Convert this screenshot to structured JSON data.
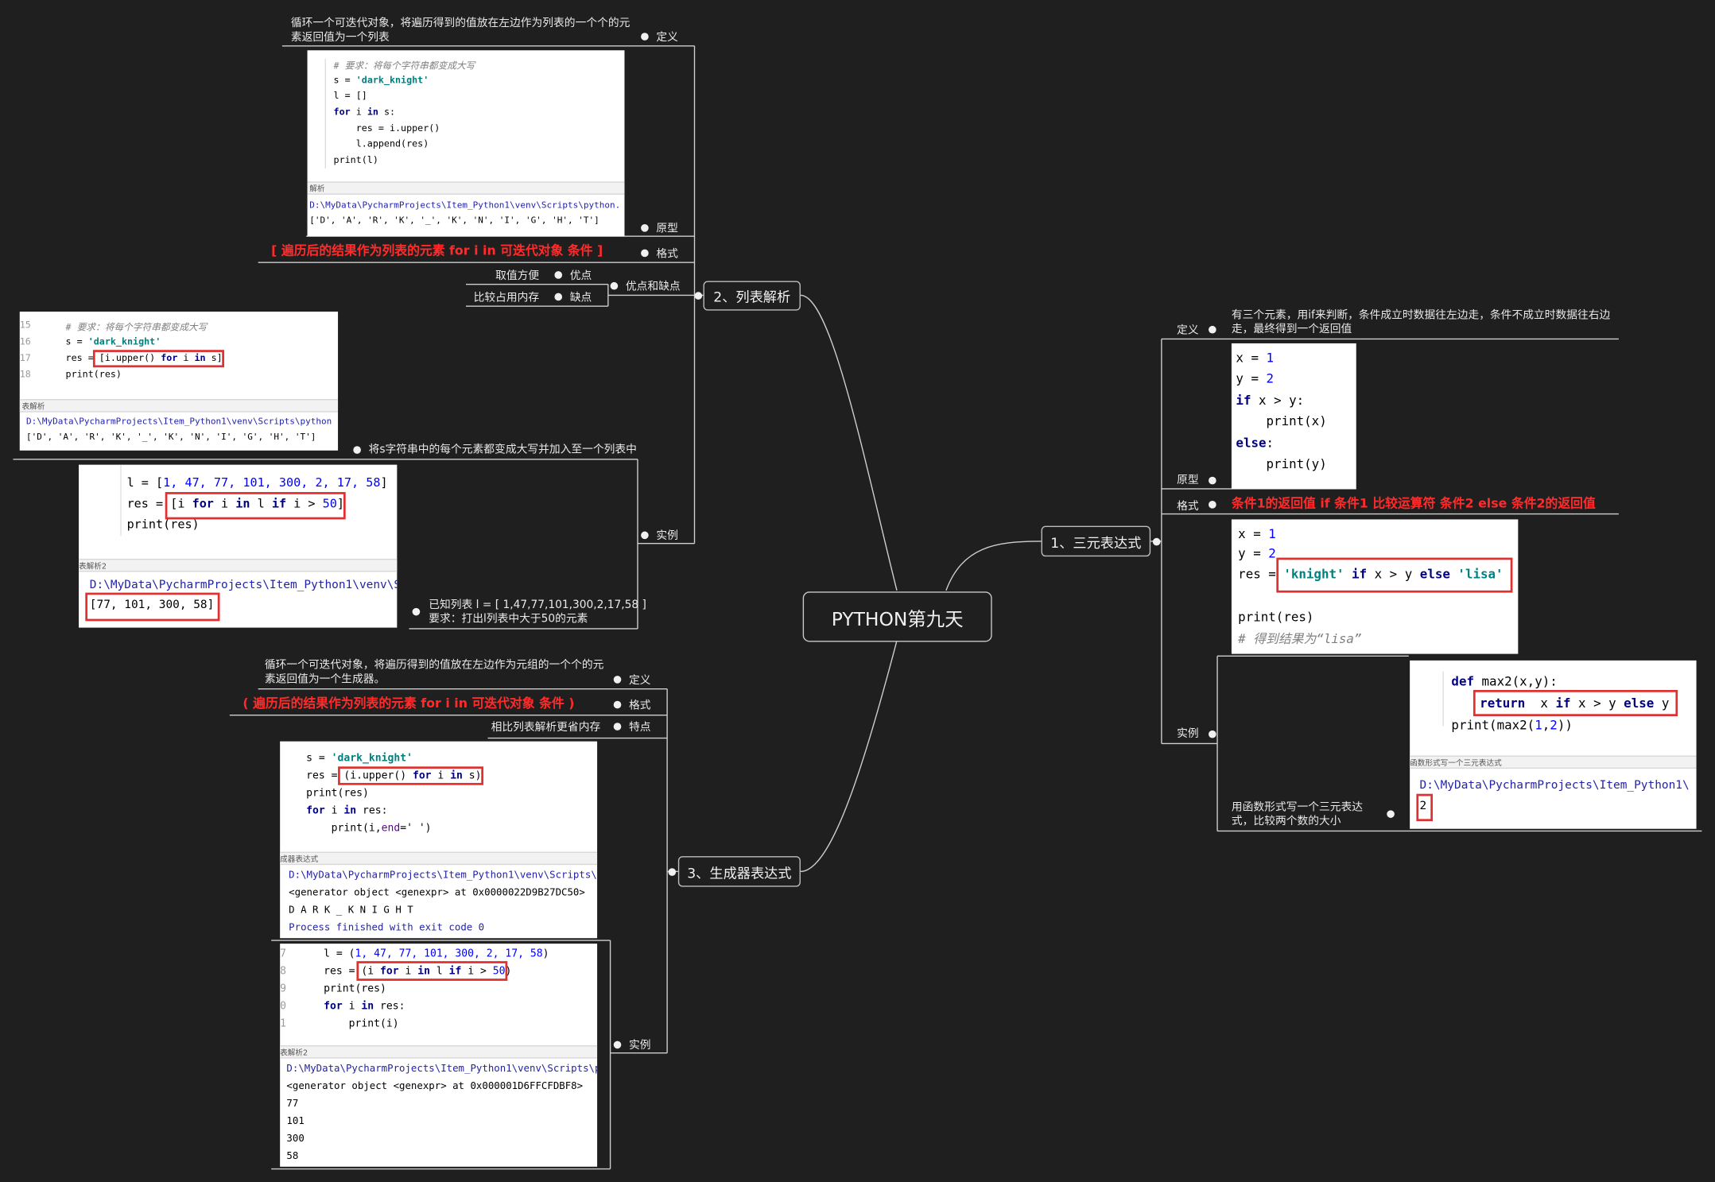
{
  "root": "PYTHON第九天",
  "topics": {
    "t1": "1、三元表达式",
    "t2": "2、列表解析",
    "t3": "3、生成器表达式"
  },
  "ternary": {
    "def_label": "定义",
    "def_text": "有三个元素，用if来判断，条件成立时数据往左边走，条件不成立时数据往右边走，最终得到一个返回值",
    "proto_label": "原型",
    "fmt_label": "格式",
    "fmt_text": "条件1的返回值  if  条件1  比较运算符  条件2  else 条件2的返回值",
    "ex_label": "实例",
    "ex_text": "用函数形式写一个三元表达式，比较两个数的大小",
    "proto_code": [
      "x = ",
      "1",
      "y = ",
      "2",
      "if",
      " x > y:",
      "    print(x)",
      "else",
      ":",
      "    print(y)"
    ],
    "fmt_code": {
      "l1a": "x = ",
      "l1b": "1",
      "l2a": "y = ",
      "l2b": "2",
      "l3a": "res = ",
      "l3s1": "'knight'",
      "l3k1": " if ",
      "l3m": "x > y",
      "l3k2": " else ",
      "l3s2": "'lisa'",
      "l4": "print(res)",
      "l5": "# 得到结果为“lisa”"
    },
    "func_code": {
      "l1k": "def",
      "l1": " max2(x,y):",
      "l2k": "return",
      "l2a": "  x ",
      "l2k2": "if",
      "l2b": " x > y ",
      "l2k3": "else",
      "l2c": " y",
      "l3a": "print(max2(",
      "l3n1": "1",
      "l3c": ",",
      "l3n2": "2",
      "l3d": "))",
      "bar": "函数形式写一个三元表达式",
      "path": "D:\\MyData\\PycharmProjects\\Item_Python1\\",
      "out": "2"
    }
  },
  "listcomp": {
    "def_label": "定义",
    "def_text": "循环一个可迭代对象，将遍历得到的值放在左边作为列表的一个个的元素返回值为一个列表",
    "proto_label": "原型",
    "fmt_label": "格式",
    "fmt_text": "[  遍历后的结果作为列表的元素    for i in 可迭代对象  条件  ]",
    "pros_label": "优点和缺点",
    "pro_label": "优点",
    "pro_text": "取值方便",
    "con_label": "缺点",
    "con_text": "比较占用内存",
    "ex_label": "实例",
    "ex1_text": "将s字符串中的每个元素都变成大写并加入至一个列表中",
    "ex2_text1": "已知列表 l = [ 1,47,77,101,300,2,17,58 ]",
    "ex2_text2": "要求：打出l列表中大于50的元素",
    "proto_code": {
      "c1": "# 要求：将每个字符串都变成大写",
      "l2a": "s = ",
      "l2s": "'dark_knight'",
      "l3": "l = []",
      "l4k": "for",
      "l4a": " i ",
      "l4k2": "in",
      "l4b": " s:",
      "l5": "    res = i.upper()",
      "l6": "    l.append(res)",
      "l7": "print(l)",
      "bar": "解析",
      "path": "D:\\MyData\\PycharmProjects\\Item_Python1\\venv\\Scripts\\python.",
      "out": "['D', 'A', 'R', 'K', '_', 'K', 'N', 'I', 'G', 'H', 'T']"
    },
    "ex1_code": {
      "g1": "15",
      "g2": "16",
      "g3": "17",
      "g4": "18",
      "c1": "# 要求：将每个字符串都变成大写",
      "l2a": "s = ",
      "l2s": "'dark_knight'",
      "l3a": "res = ",
      "l3b": "[i.upper() ",
      "l3k": "for",
      "l3c": " i ",
      "l3k2": "in",
      "l3d": " s]",
      "l4": "print(res)",
      "bar": "表解析",
      "path": "D:\\MyData\\PycharmProjects\\Item_Python1\\venv\\Scripts\\python",
      "out": "['D', 'A', 'R', 'K', '_', 'K', 'N', 'I', 'G', 'H', 'T']"
    },
    "ex2_code": {
      "l1a": "l = [",
      "l1n": "1, 47, 77, 101, 300, 2, 17, 58",
      "l1b": "]",
      "l2a": "res = ",
      "l2b": "[i ",
      "l2k": "for",
      "l2c": " i ",
      "l2k2": "in",
      "l2d": " l ",
      "l2k3": "if",
      "l2e": " i > ",
      "l2n": "50",
      "l2f": "]",
      "l3": "print(res)",
      "bar": "表解析2",
      "path": "D:\\MyData\\PycharmProjects\\Item_Python1\\venv\\Sc",
      "out": "[77, 101, 300, 58]"
    }
  },
  "genexp": {
    "def_label": "定义",
    "def_text": "循环一个可迭代对象，将遍历得到的值放在左边作为元组的一个个的元素返回值为一个生成器。",
    "fmt_label": "格式",
    "fmt_text": "(  遍历后的结果作为列表的元素    for i in 可迭代对象  条件  )",
    "feat_label": "特点",
    "feat_text": "相比列表解析更省内存",
    "ex_label": "实例",
    "code1": {
      "l1a": "s = ",
      "l1s": "'dark_knight'",
      "l2a": "res = ",
      "l2b": "(i.upper() ",
      "l2k": "for",
      "l2c": " i ",
      "l2k2": "in",
      "l2d": " s)",
      "l3": "print(res)",
      "l4k": "for",
      "l4a": " i ",
      "l4k2": "in",
      "l4b": " res:",
      "l5a": "    print(i,",
      "l5b": "end",
      "l5c": "=' ')",
      "bar": "成器表达式",
      "path": "D:\\MyData\\PycharmProjects\\Item_Python1\\venv\\Scripts\\",
      "out1": "<generator object <genexpr> at 0x0000022D9B27DC50>",
      "out2": "D A R K _ K N I G H T",
      "out3": "Process finished with exit code 0"
    },
    "code2": {
      "g1": "7",
      "g2": "8",
      "g3": "9",
      "g4": "0",
      "g5": "1",
      "l1a": "l = (",
      "l1n": "1, 47, 77, 101, 300, 2, 17, 58",
      "l1b": ")",
      "l2a": "res = ",
      "l2b": "(i ",
      "l2k": "for",
      "l2c": " i ",
      "l2k2": "in",
      "l2d": " l ",
      "l2k3": "if",
      "l2e": " i > ",
      "l2n": "50",
      "l2f": ")",
      "l3": "print(res)",
      "l4k": "for",
      "l4a": " i ",
      "l4k2": "in",
      "l4b": " res:",
      "l5": "    print(i)",
      "bar": "表解析2",
      "path": "D:\\MyData\\PycharmProjects\\Item_Python1\\venv\\Scripts\\py",
      "out1": "<generator object <genexpr> at 0x000001D6FFCFDBF8>",
      "out2": "77",
      "out3": "101",
      "out4": "300",
      "out5": "58"
    }
  }
}
